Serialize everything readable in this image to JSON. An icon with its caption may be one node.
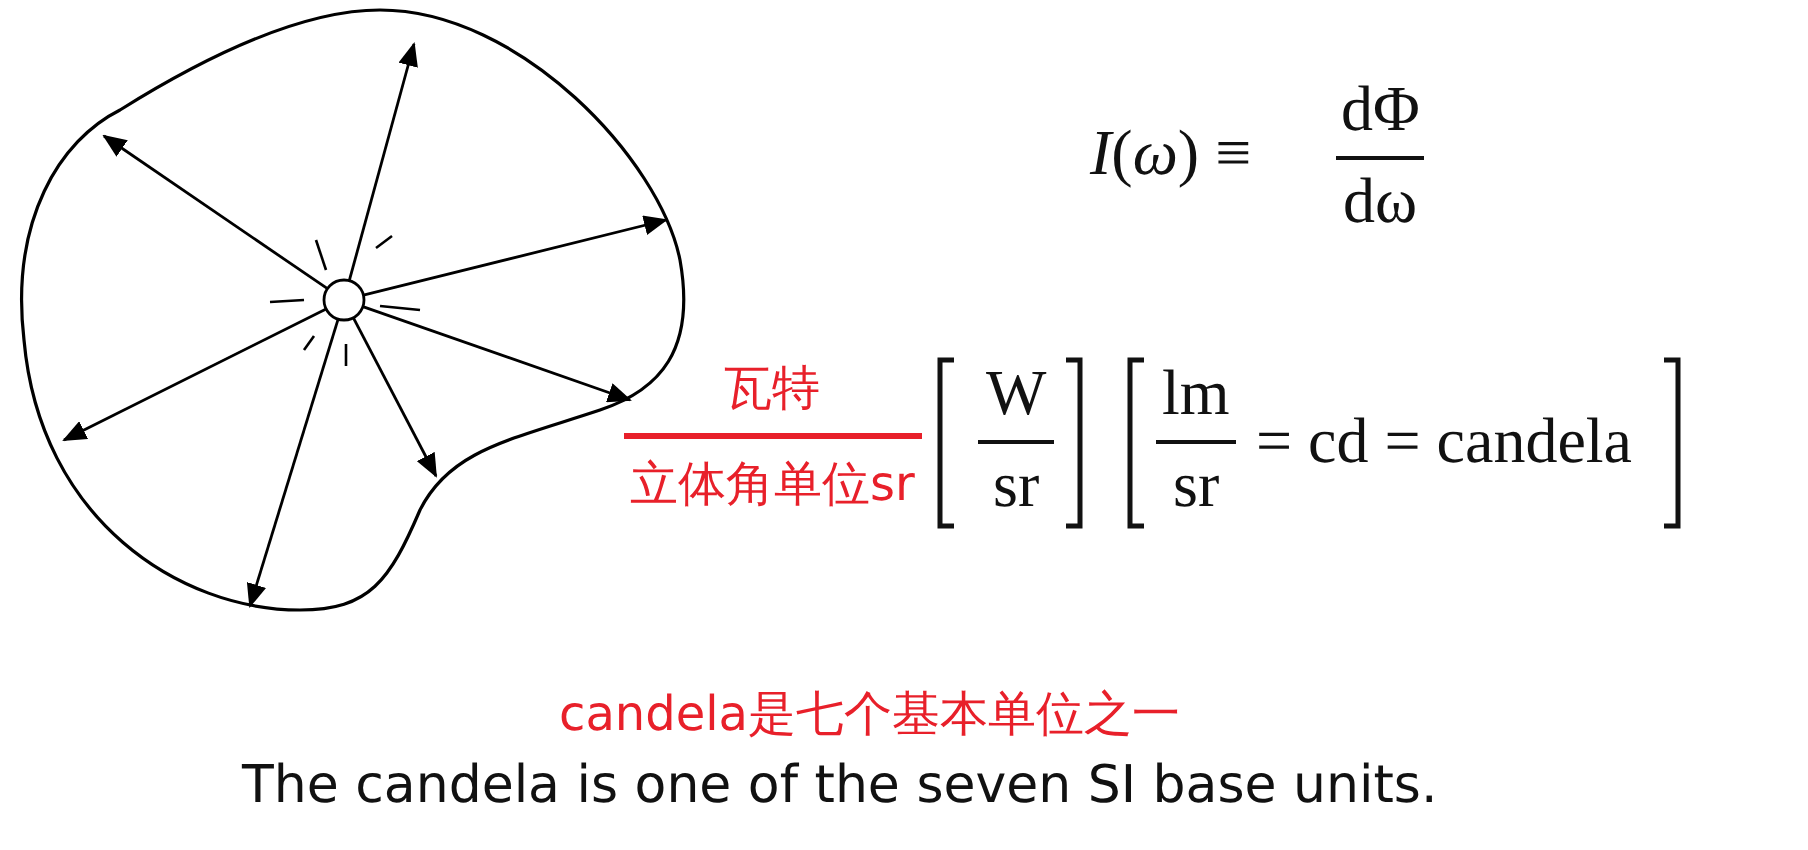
{
  "diagram": {
    "labels": [
      "*I*(*ω*) ≡",
      "dΦ",
      "dω",
      "瓦特",
      "立体角单位sr",
      "W",
      "sr",
      "lm",
      "sr",
      "= cd = candela",
      "candela是七个基本单位之一",
      "The candela is one of the seven SI base units."
    ]
  }
}
